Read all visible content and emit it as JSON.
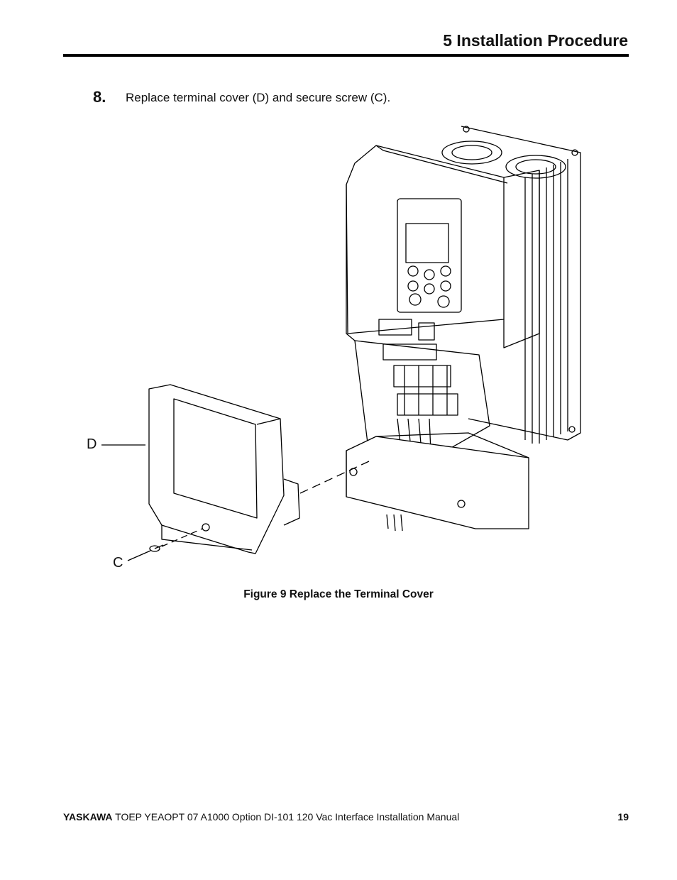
{
  "header": {
    "section_title": "5  Installation Procedure"
  },
  "step": {
    "number": "8.",
    "text": "Replace terminal cover (D) and secure screw (C)."
  },
  "figure": {
    "callouts": {
      "d": "D",
      "c": "C"
    },
    "caption": "Figure 9  Replace the Terminal Cover"
  },
  "footer": {
    "brand": "YASKAWA",
    "doc_title": "TOEP YEAOPT 07 A1000 Option DI-101 120 Vac Interface Installation Manual",
    "page_number": "19"
  }
}
